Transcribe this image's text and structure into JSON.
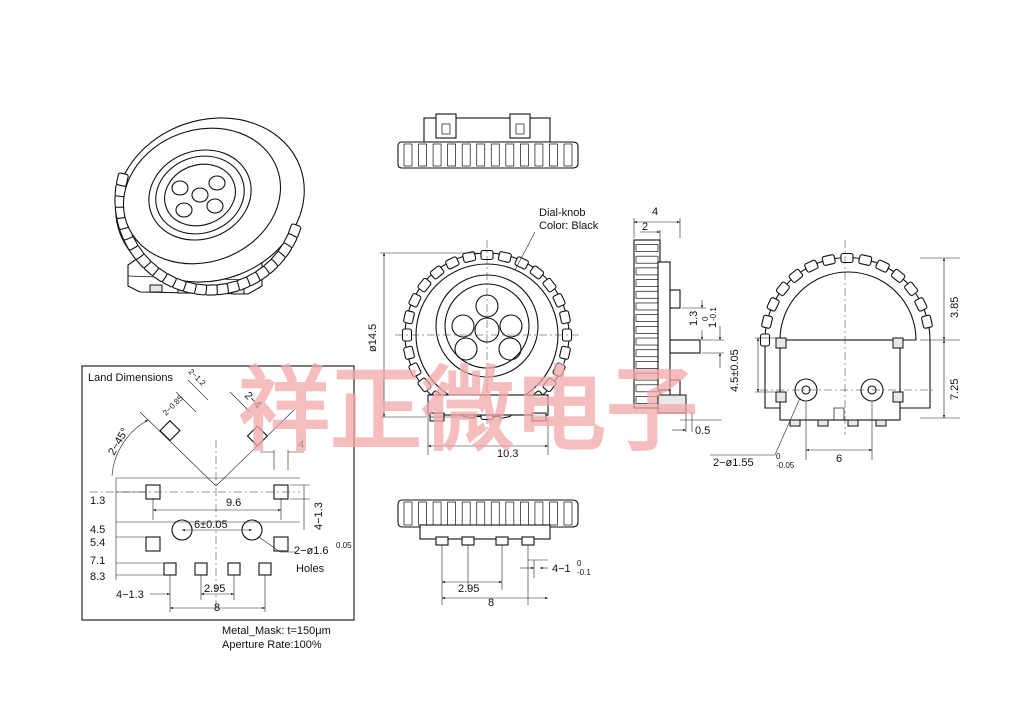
{
  "watermark": "祥正微电子",
  "knob": {
    "label_line1": "Dial-knob",
    "label_line2": "Color: Black"
  },
  "front_view": {
    "dim_diameter": "ø14.5",
    "dim_width": "10.3"
  },
  "side_view": {
    "dim_total": "4",
    "dim_inner": "2",
    "dim_1_3": "1.3",
    "dim_tol": "1",
    "dim_tol_sup": "0",
    "dim_tol_sub": "-0.1",
    "dim_height": "4.5±0.05",
    "dim_0_5": "0.5"
  },
  "rear_view": {
    "dim_3_85": "3.85",
    "dim_7_25": "7.25",
    "dim_6": "6",
    "dim_holes": "2−ø1.55",
    "dim_holes_sup": "0",
    "dim_holes_sub": "-0.05"
  },
  "bottom_view": {
    "dim_2_95": "2.95",
    "dim_8": "8",
    "dim_pins": "4−1",
    "dim_pins_sup": "0",
    "dim_pins_sub": "-0.1"
  },
  "land": {
    "title": "Land Dimensions",
    "diag_1": "2−1.2",
    "diag_2": "2−0.85",
    "diag_3": "2−4",
    "diag_4": "2−45°",
    "top_4": "4",
    "row_1_3": "1.3",
    "row_4_5": "4.5",
    "row_5_4": "5.4",
    "row_7_1": "7.1",
    "row_8_3": "8.3",
    "dim_9_6": "9.6",
    "dim_4_1_3_v": "4−1.3",
    "dim_6": "6±0.05",
    "dim_holes": "2−ø1.6",
    "dim_holes_sup": "0.05",
    "holes_label": "Holes",
    "dim_4_1_3": "4−1.3",
    "dim_2_95": "2.95",
    "dim_8": "8",
    "mask_line1": "Metal_Mask: t=150μm",
    "mask_line2": "Aperture Rate:100%"
  }
}
